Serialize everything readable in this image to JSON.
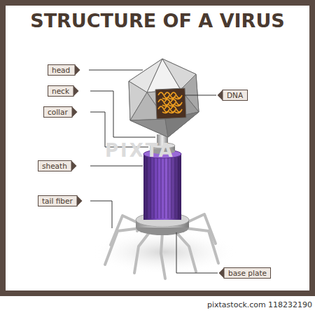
{
  "diagram": {
    "title": "STRUCTURE OF A VIRUS",
    "nodes": [
      {
        "text": [
          "head"
        ]
      },
      {
        "text": [
          "neck"
        ]
      },
      {
        "text": [
          "collar"
        ]
      },
      {
        "text": [
          "DNA"
        ]
      },
      {
        "text": [
          "sheath"
        ]
      },
      {
        "text": [
          "tail fiber"
        ]
      },
      {
        "text": [
          "base plate"
        ]
      }
    ],
    "labels": [
      "PIXTA",
      "pixtastock.com",
      "118232190"
    ]
  }
}
